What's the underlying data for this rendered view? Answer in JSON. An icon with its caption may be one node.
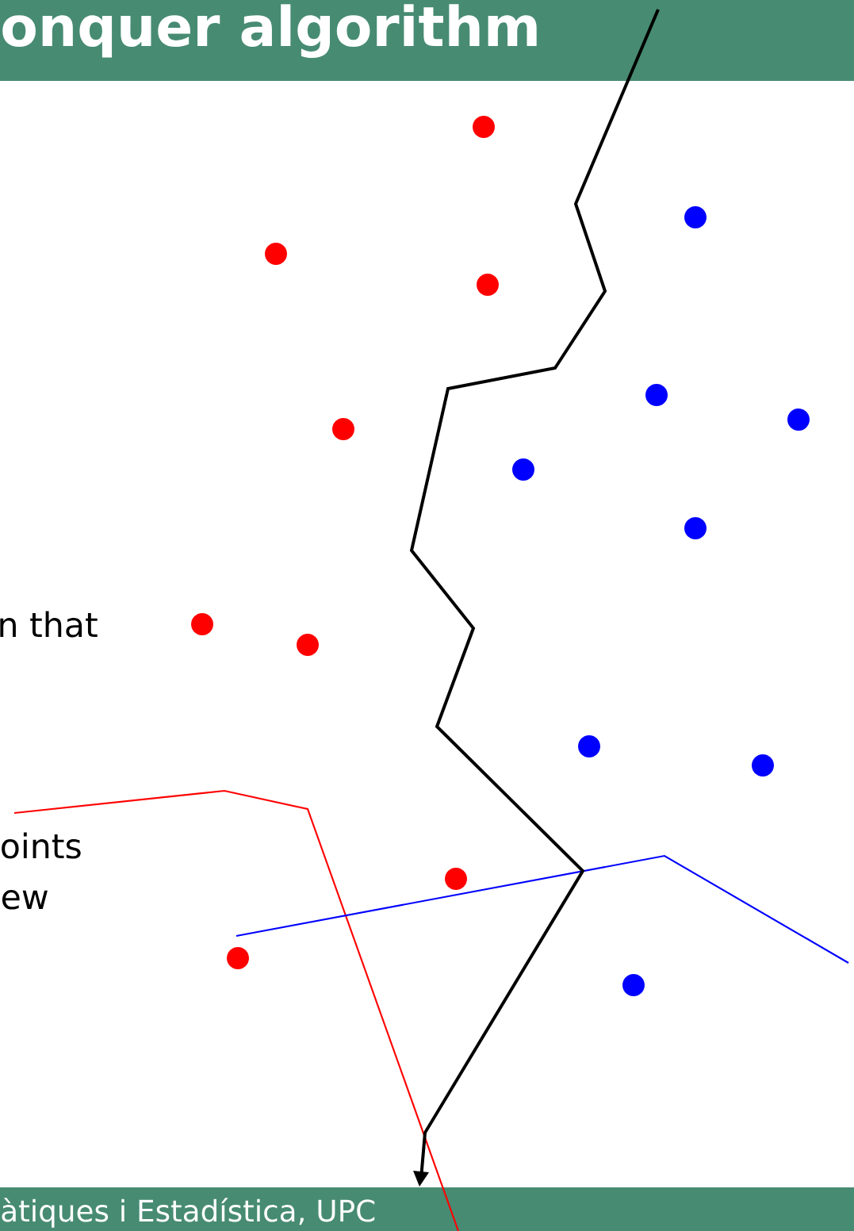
{
  "diagram": {
    "title": "onquer algorithm",
    "labels": [
      "n that",
      "oints",
      "ew",
      "àtiques i Estadística, UPC"
    ]
  }
}
